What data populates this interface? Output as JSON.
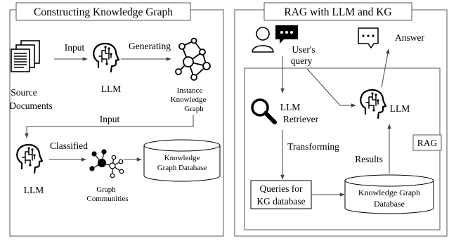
{
  "left_panel": {
    "title": "Constructing Knowledge Graph",
    "source_label_1": "Source",
    "source_label_2": "Documents",
    "input_label": "Input",
    "llm_label": "LLM",
    "generating_label": "Generating",
    "instance_label_1": "Instance",
    "instance_label_2": "Knowledge",
    "instance_label_3": "Graph",
    "input_label_2": "Input",
    "classified_label": "Classified",
    "llm_label_2": "LLM",
    "communities_label_1": "Graph",
    "communities_label_2": "Communities",
    "kgdb_label_1": "Knowledge",
    "kgdb_label_2": "Graph Database"
  },
  "right_panel": {
    "title": "RAG with LLM and KG",
    "user_query_1": "User's",
    "user_query_2": "query",
    "answer_label": "Answer",
    "retriever_label_1": "LLM",
    "retriever_label_2": "Retriever",
    "llm_label": "LLM",
    "transforming_label": "Transforming",
    "rag_label": "RAG",
    "results_label": "Results",
    "queries_label_1": "Queries for",
    "queries_label_2": "KG database",
    "kgdb_label_1": "Knowledge Graph",
    "kgdb_label_2": "Database"
  },
  "icons": {
    "documents": "documents-icon",
    "brain": "brain-head-icon",
    "knowledge_graph": "knowledge-graph-icon",
    "communities": "graph-communities-icon",
    "database": "database-cylinder-icon",
    "user": "user-icon",
    "chat": "chat-bubble-icon",
    "search": "magnifier-icon"
  }
}
